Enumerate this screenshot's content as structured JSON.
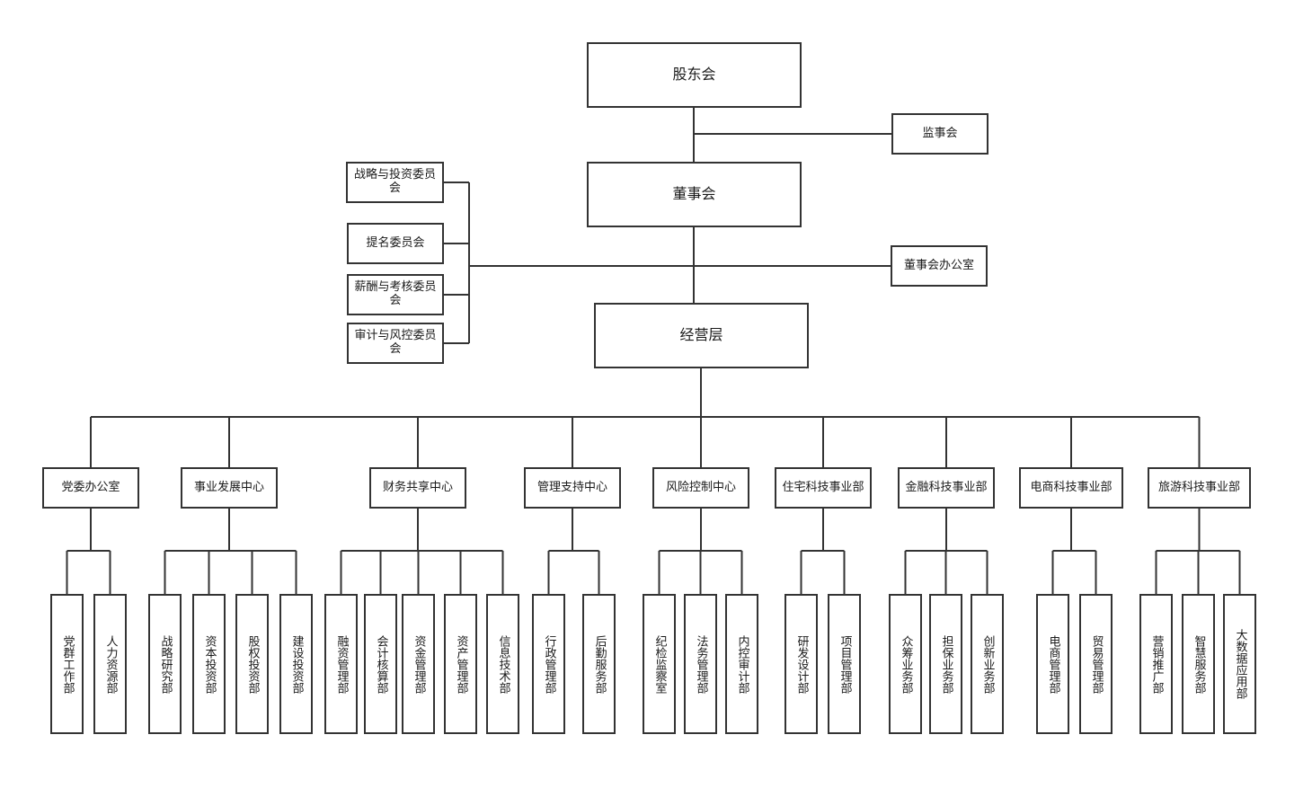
{
  "top": {
    "shareholders": "股东会",
    "supervisors": "监事会",
    "board": "董事会",
    "board_office": "董事会办公室",
    "management": "经营层"
  },
  "committees": [
    "战略与投资委员会",
    "提名委员会",
    "薪酬与考核委员会",
    "审计与风控委员会"
  ],
  "centers": [
    {
      "label": "党委办公室",
      "subs": [
        "党群工作部",
        "人力资源部"
      ]
    },
    {
      "label": "事业发展中心",
      "subs": [
        "战略研究部",
        "资本投资部",
        "股权投资部",
        "建设投资部"
      ]
    },
    {
      "label": "财务共享中心",
      "subs": [
        "融资管理部",
        "会计核算部",
        "资金管理部",
        "资产管理部",
        "信息技术部"
      ]
    },
    {
      "label": "管理支持中心",
      "subs": [
        "行政管理部",
        "后勤服务部"
      ]
    },
    {
      "label": "风险控制中心",
      "subs": [
        "纪检监察室",
        "法务管理部",
        "内控审计部"
      ]
    },
    {
      "label": "住宅科技事业部",
      "subs": [
        "研发设计部",
        "项目管理部"
      ]
    },
    {
      "label": "金融科技事业部",
      "subs": [
        "众筹业务部",
        "担保业务部",
        "创新业务部"
      ]
    },
    {
      "label": "电商科技事业部",
      "subs": [
        "电商管理部",
        "贸易管理部"
      ]
    },
    {
      "label": "旅游科技事业部",
      "subs": [
        "营销推广部",
        "智慧服务部",
        "大数据应用部"
      ]
    }
  ]
}
